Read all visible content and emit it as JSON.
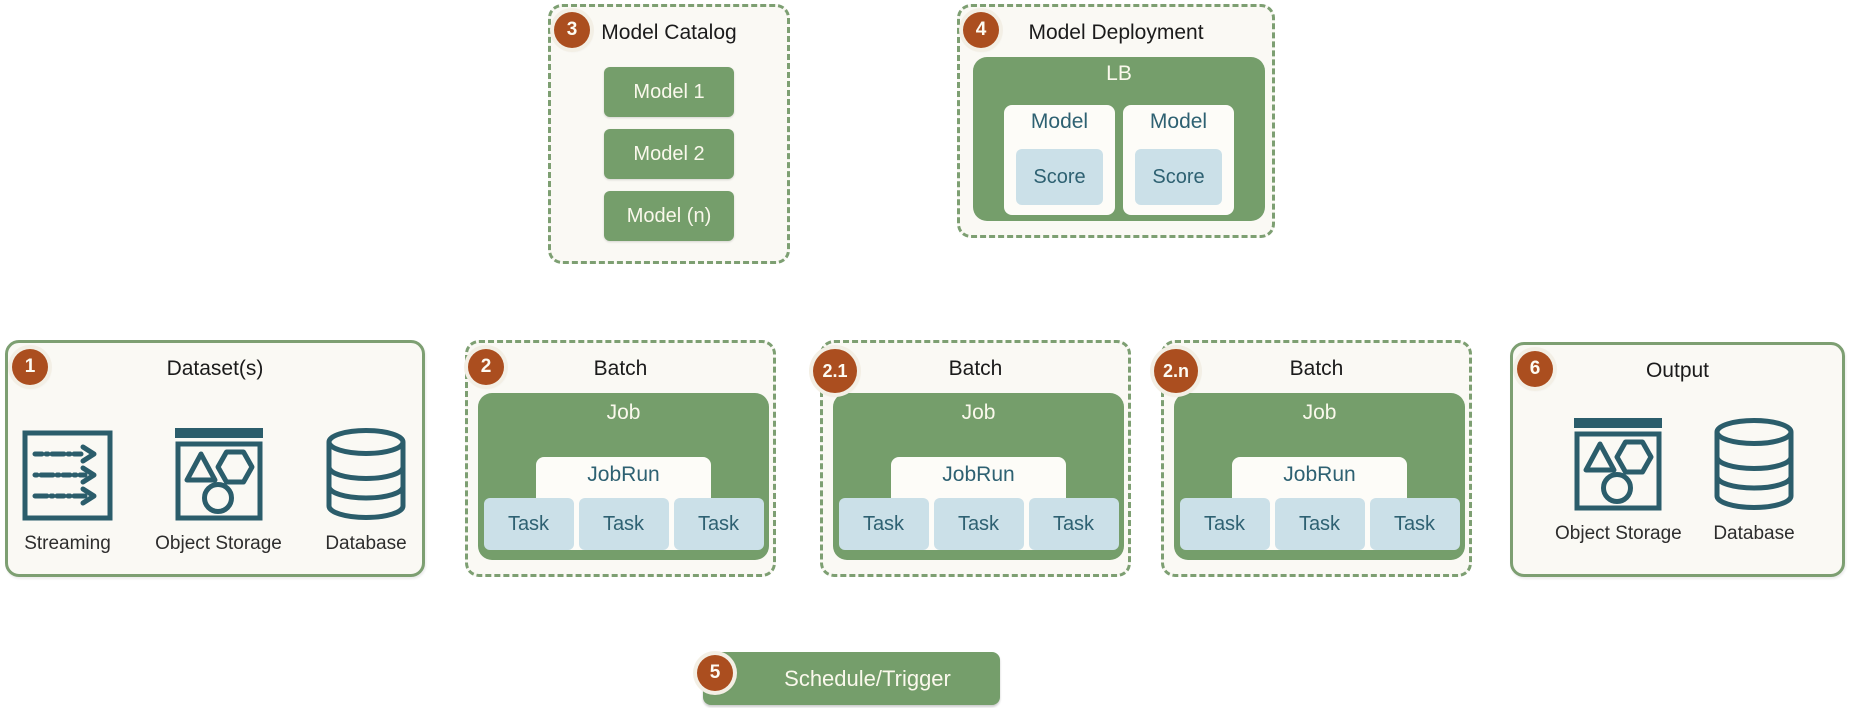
{
  "colors": {
    "green_fill": "#759e6b",
    "border_green": "#7d9f72",
    "badge_rust": "#ab4e1f",
    "panel_cream": "#faf9f4",
    "light_blue": "#cbe0e8",
    "teal_text": "#2e6172",
    "icon_teal": "#2b5d6b",
    "title_black": "#1b1b1b"
  },
  "datasets": {
    "badge": "1",
    "title": "Dataset(s)",
    "sources": [
      {
        "icon": "streaming-icon",
        "label": "Streaming"
      },
      {
        "icon": "object-storage-icon",
        "label": "Object Storage"
      },
      {
        "icon": "database-icon",
        "label": "Database"
      }
    ]
  },
  "batches": [
    {
      "badge": "2",
      "title": "Batch",
      "job": "Job",
      "jobrun": "JobRun",
      "tasks": [
        "Task",
        "Task",
        "Task"
      ]
    },
    {
      "badge": "2.1",
      "title": "Batch",
      "job": "Job",
      "jobrun": "JobRun",
      "tasks": [
        "Task",
        "Task",
        "Task"
      ]
    },
    {
      "badge": "2.n",
      "title": "Batch",
      "job": "Job",
      "jobrun": "JobRun",
      "tasks": [
        "Task",
        "Task",
        "Task"
      ]
    }
  ],
  "model_catalog": {
    "badge": "3",
    "title": "Model Catalog",
    "models": [
      "Model 1",
      "Model 2",
      "Model (n)"
    ]
  },
  "model_deployment": {
    "badge": "4",
    "title": "Model Deployment",
    "lb": "LB",
    "replicas": [
      {
        "model": "Model",
        "score": "Score"
      },
      {
        "model": "Model",
        "score": "Score"
      }
    ]
  },
  "schedule": {
    "badge": "5",
    "label": "Schedule/Trigger"
  },
  "output": {
    "badge": "6",
    "title": "Output",
    "sinks": [
      {
        "icon": "object-storage-icon",
        "label": "Object Storage"
      },
      {
        "icon": "database-icon",
        "label": "Database"
      }
    ]
  }
}
